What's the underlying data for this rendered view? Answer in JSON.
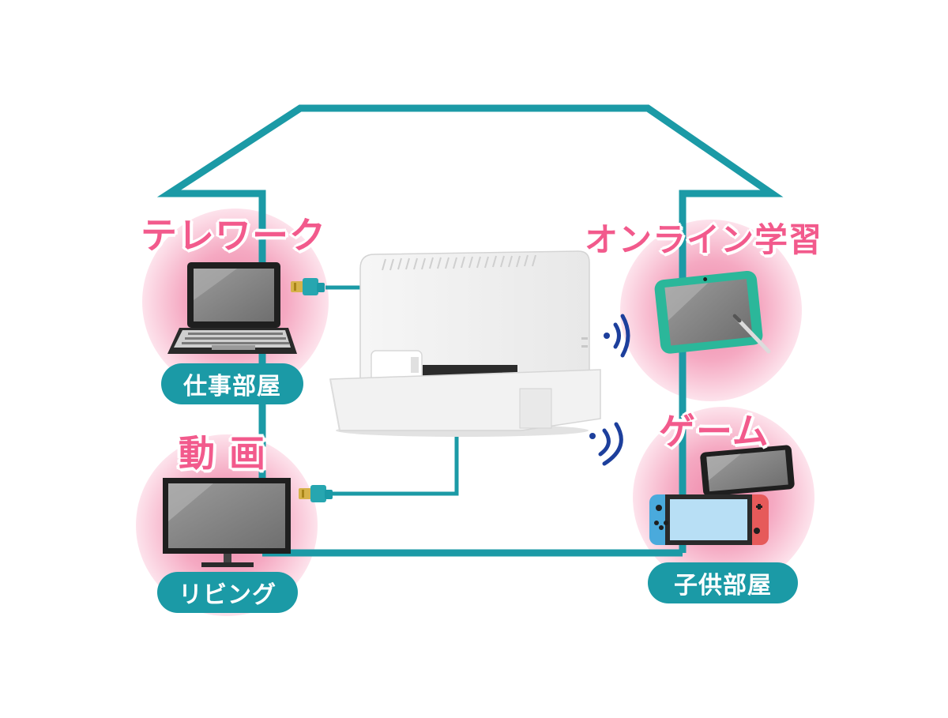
{
  "rooms": {
    "work": {
      "activity": "テレワーク",
      "room": "仕事部屋"
    },
    "living": {
      "activity": "動 画",
      "room": "リビング"
    },
    "study": {
      "activity": "オンライン学習"
    },
    "kids": {
      "activity": "ゲーム",
      "room": "子供部屋"
    }
  },
  "colors": {
    "house_line": "#1b9aa6",
    "pill_bg": "#1b9aa6",
    "label_pink": "#f25a8c",
    "halo_pink": "#f7b3c8",
    "wifi_blue": "#1d3f9c"
  },
  "icons": [
    "laptop-icon",
    "tv-icon",
    "tablet-icon",
    "game-console-icon",
    "smartphone-icon",
    "lan-cable-icon",
    "wifi-signal-icon",
    "router-device"
  ]
}
